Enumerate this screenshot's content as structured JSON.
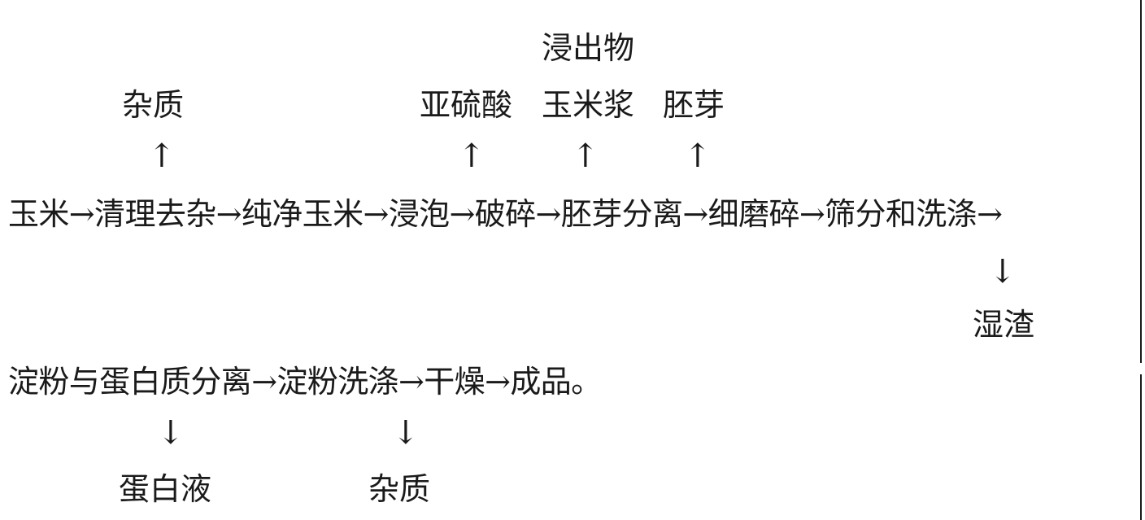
{
  "diagram": {
    "leached_label": "浸出物",
    "top_outputs": {
      "impurities": "杂质",
      "sulfurous_acid": "亚硫酸",
      "corn_steep_liquor": "玉米浆",
      "germ": "胚芽"
    },
    "up_arrow": "↑",
    "down_arrow": "↓",
    "main_flow_line1": "玉米→清理去杂→纯净玉米→浸泡→破碎→胚芽分离→细磨碎→筛分和洗涤→",
    "wet_residue": "湿渣",
    "main_flow_line2": "淀粉与蛋白质分离→淀粉洗涤→干燥→成品。",
    "bottom_outputs": {
      "protein_liquid": "蛋白液",
      "impurities": "杂质"
    }
  }
}
